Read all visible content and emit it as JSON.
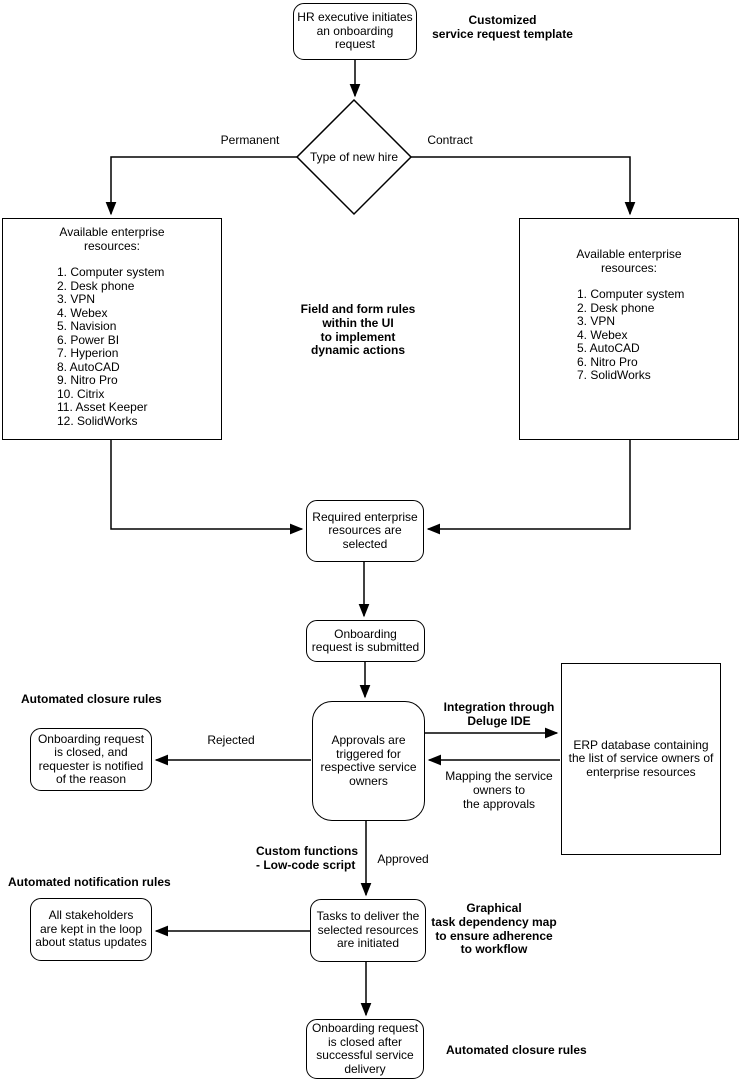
{
  "diagram": {
    "colors": {
      "stroke": "#000000",
      "fill": "#ffffff",
      "text": "#000000"
    },
    "nodes": {
      "start": {
        "label": "HR executive initiates\nan onboarding\nrequest"
      },
      "decision": {
        "label": "Type of new hire"
      },
      "left_resources": {
        "title": "Available enterprise\nresources:",
        "items": [
          "1. Computer system",
          "2. Desk phone",
          "3. VPN",
          "4. Webex",
          "5. Navision",
          "6. Power BI",
          "7. Hyperion",
          "8. AutoCAD",
          "9. Nitro Pro",
          "10. Citrix",
          "11. Asset Keeper",
          "12. SolidWorks"
        ]
      },
      "right_resources": {
        "title": "Available enterprise\nresources:",
        "items": [
          "1. Computer system",
          "2. Desk phone",
          "3. VPN",
          "4. Webex",
          "5. AutoCAD",
          "6. Nitro Pro",
          "7. SolidWorks"
        ]
      },
      "required": {
        "label": "Required enterprise\nresources are\nselected"
      },
      "submitted": {
        "label": "Onboarding\nrequest is submitted"
      },
      "approvals": {
        "label": "Approvals are\ntriggered for\nrespective service\nowners"
      },
      "closed_rejected": {
        "label": "Onboarding request\nis closed, and\nrequester is notified\nof the reason"
      },
      "erp": {
        "label": "ERP database containing\nthe list of service owners of\nenterprise resources"
      },
      "stakeholders": {
        "label": "All stakeholders\nare kept in the loop\nabout status updates"
      },
      "tasks": {
        "label": "Tasks to deliver the\nselected resources\nare initiated"
      },
      "closed_success": {
        "label": "Onboarding request\nis closed after\nsuccessful service\ndelivery"
      }
    },
    "edge_labels": {
      "permanent": "Permanent",
      "contract": "Contract",
      "rejected": "Rejected",
      "approved": "Approved"
    },
    "annotations": {
      "customized": "Customized\nservice request template",
      "field_form": "Field and form rules\nwithin the UI\nto implement\ndynamic actions",
      "closure_left": "Automated closure rules",
      "integration": "Integration through\nDeluge IDE",
      "mapping": "Mapping the service\nowners to\nthe approvals",
      "custom_functions": "Custom functions\n- Low-code script",
      "notification": "Automated notification rules",
      "graphical": "Graphical\ntask dependency map\nto ensure adherence\nto workflow",
      "closure_bottom": "Automated closure rules"
    }
  }
}
